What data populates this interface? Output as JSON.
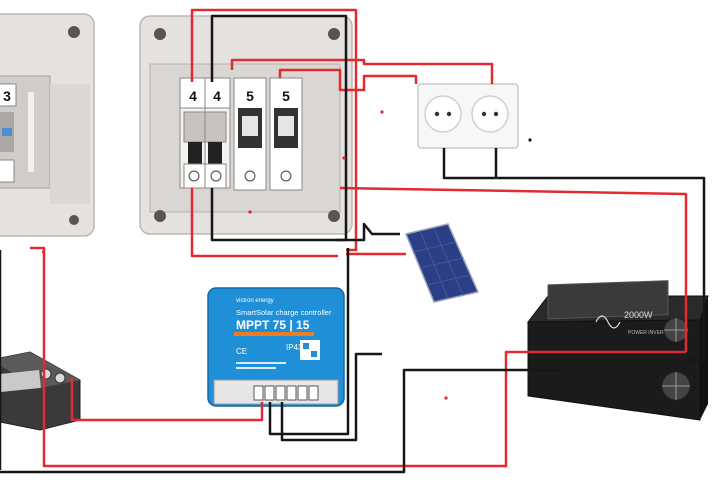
{
  "panel_left": {
    "labels": [
      "3"
    ]
  },
  "panel_right": {
    "labels": [
      "4",
      "4",
      "5",
      "5"
    ]
  },
  "controller": {
    "brand": "victron energy",
    "line1": "SmartSolar charge controller",
    "model": "MPPT 75 | 15",
    "rating": "IP43",
    "marks": "CE"
  },
  "inverter": {
    "rating": "2000W",
    "subtitle": "POWER INVERTER"
  },
  "colors": {
    "wire_red": "#e32a32",
    "wire_black": "#161616",
    "panel_body": "#e4e1de",
    "controller_blue": "#1f8fd8",
    "controller_orange": "#f07c22",
    "solar_blue": "#2b3f86",
    "inverter_body": "#1b1b1b"
  }
}
